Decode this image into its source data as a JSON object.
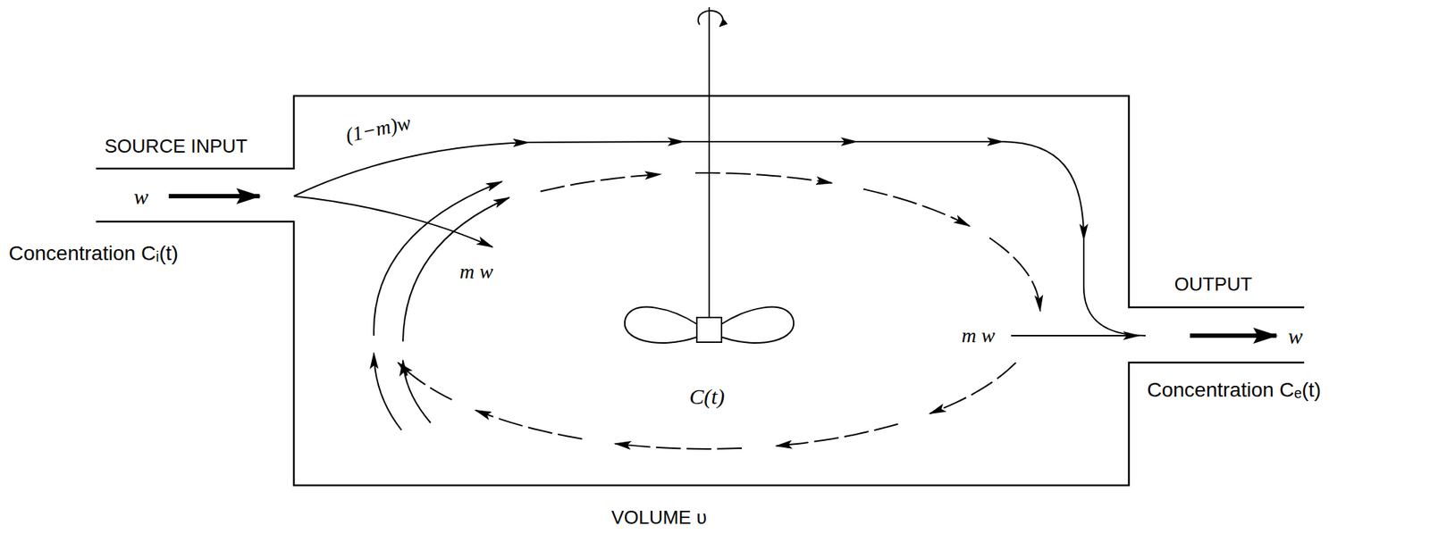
{
  "diagram": {
    "nodes": [
      {
        "text": [
          "C(t)",
          "VOLUME υ"
        ]
      }
    ],
    "labels": [
      "SOURCE INPUT",
      "w",
      "Concentration Cᵢ(t)",
      "(1−m)w",
      "m w",
      "m w",
      "OUTPUT",
      "w",
      "Concentration Cₑ(t)"
    ]
  }
}
